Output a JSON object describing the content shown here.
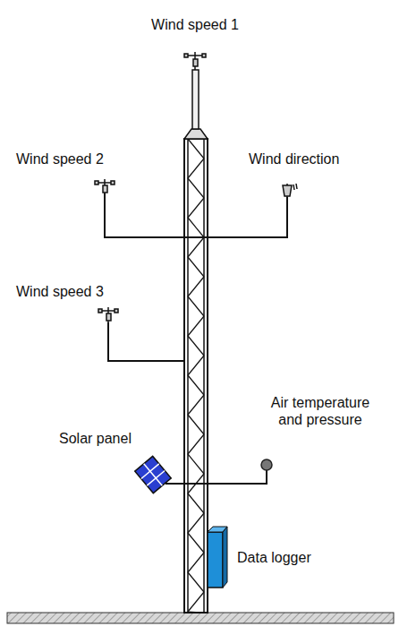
{
  "diagram": {
    "labels": [
      "Wind speed 1",
      "Wind speed 2",
      "Wind direction",
      "Wind speed 3",
      "Air temperature and pressure",
      "Solar panel",
      "Data logger"
    ]
  }
}
